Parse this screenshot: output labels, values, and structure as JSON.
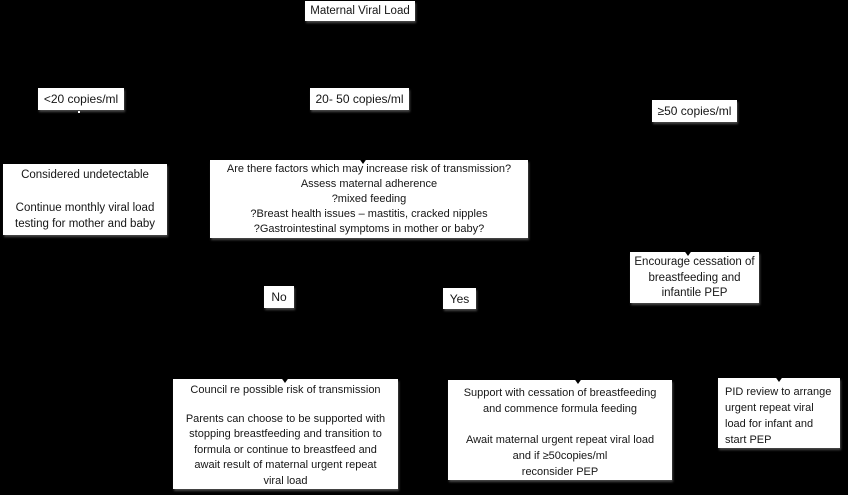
{
  "colors": {
    "background": "#000000",
    "node_background": "#ffffff",
    "node_text": "#161616"
  },
  "nodes": {
    "title": {
      "label": "Maternal Viral Load"
    },
    "branch_under20": {
      "label": "<20 copies/ml"
    },
    "branch_20to50": {
      "label": "20- 50 copies/ml"
    },
    "branch_over50": {
      "label": "≥50 copies/ml"
    },
    "undetectable": {
      "lines": [
        "Considered undetectable",
        "Continue monthly viral load",
        "testing for mother and baby"
      ]
    },
    "factors": {
      "lines": [
        "Are there factors which may increase risk of transmission?",
        "Assess maternal adherence",
        "?mixed feeding",
        "?Breast health issues – mastitis, cracked nipples",
        "?Gastrointestinal symptoms in mother or baby?"
      ]
    },
    "encourage": {
      "lines": [
        "Encourage cessation of",
        "breastfeeding and",
        "infantile PEP"
      ]
    },
    "decision_no": {
      "label": "No"
    },
    "decision_yes": {
      "label": "Yes"
    },
    "council": {
      "lines": [
        "Council re possible risk of transmission",
        "Parents can choose to be supported with",
        "stopping breastfeeding and transition to",
        "formula or continue to breastfeed and",
        "await result of maternal urgent repeat",
        "viral load"
      ]
    },
    "support": {
      "lines": [
        "Support with cessation of breastfeeding",
        "and commence formula feeding",
        "Await maternal urgent repeat viral load",
        "and if ≥50copies/ml",
        "reconsider PEP"
      ]
    },
    "pid": {
      "lines": [
        "PID review to arrange",
        "urgent repeat viral",
        "load for infant and",
        "start PEP"
      ]
    }
  }
}
